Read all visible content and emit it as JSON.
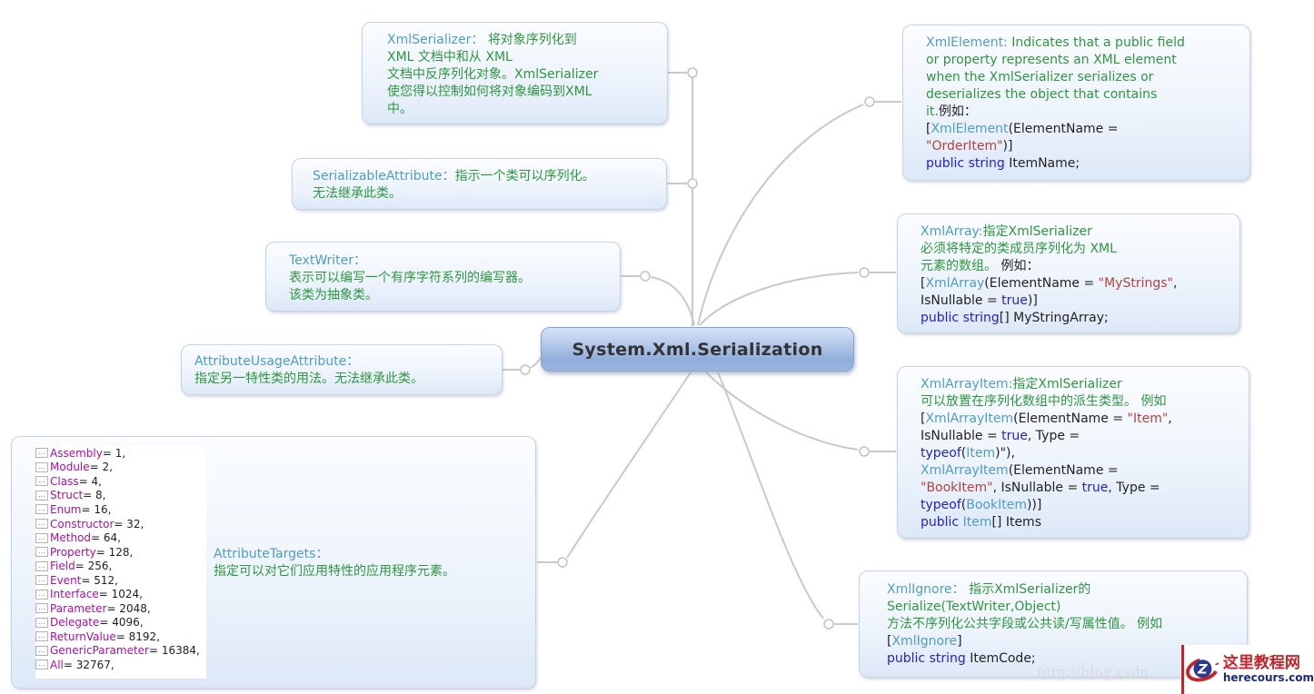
{
  "colors": {
    "branch_line": "#c9c9c9",
    "node_border": "#c6d2e6",
    "class_blue": "#4f9cc7",
    "desc_green": "#2e9640",
    "keyword_blue": "#2222cc",
    "string_red": "#b3423e",
    "enum_magenta": "#a810a8",
    "logo_red": "#c5242b",
    "logo_navy": "#2b3990"
  },
  "central_node": {
    "label": "System.Xml.Serialization"
  },
  "nodes": {
    "xmlserializer": {
      "lines": [
        [
          [
            "cls",
            "XmlSerializer："
          ],
          [
            "grn",
            " 将对象序列化到"
          ]
        ],
        [
          [
            "grn",
            "XML 文档中和从 XML"
          ]
        ],
        [
          [
            "grn",
            "文档中反序列化对象。XmlSerializer"
          ]
        ],
        [
          [
            "grn",
            "使您得以控制如何将对象编码到XML"
          ]
        ],
        [
          [
            "grn",
            "中。"
          ]
        ]
      ]
    },
    "serializableattribute": {
      "lines": [
        [
          [
            "cls",
            "SerializableAttribute："
          ],
          [
            "grn",
            "指示一个类可以序列化。"
          ]
        ],
        [
          [
            "grn",
            "无法继承此类。"
          ]
        ]
      ]
    },
    "textwriter": {
      "lines": [
        [
          [
            "cls",
            "TextWriter："
          ]
        ],
        [
          [
            "grn",
            "表示可以编写一个有序字符系列的编写器。"
          ]
        ],
        [
          [
            "grn",
            "该类为抽象类。"
          ]
        ]
      ]
    },
    "attributeusageattribute": {
      "lines": [
        [
          [
            "cls",
            "AttributeUsageAttribute："
          ]
        ],
        [
          [
            "grn",
            "指定另一特性类的用法。无法继承此类。"
          ]
        ]
      ]
    },
    "attributetargets": {
      "label_lines": [
        [
          [
            "cls",
            "AttributeTargets："
          ]
        ],
        [
          [
            "grn",
            "指定可以对它们应用特性的应用程序元素。"
          ]
        ]
      ],
      "icon_glyph": "…",
      "items": [
        {
          "name": "Assembly",
          "value": 1
        },
        {
          "name": "Module",
          "value": 2
        },
        {
          "name": "Class",
          "value": 4
        },
        {
          "name": "Struct",
          "value": 8
        },
        {
          "name": "Enum",
          "value": 16
        },
        {
          "name": "Constructor",
          "value": 32
        },
        {
          "name": "Method",
          "value": 64
        },
        {
          "name": "Property",
          "value": 128
        },
        {
          "name": "Field",
          "value": 256
        },
        {
          "name": "Event",
          "value": 512
        },
        {
          "name": "Interface",
          "value": 1024
        },
        {
          "name": "Parameter",
          "value": 2048
        },
        {
          "name": "Delegate",
          "value": 4096
        },
        {
          "name": "ReturnValue",
          "value": 8192
        },
        {
          "name": "GenericParameter",
          "value": 16384
        },
        {
          "name": "All",
          "value": 32767
        }
      ]
    },
    "xmlelement": {
      "lines": [
        [
          [
            "cls",
            "XmlElement:"
          ],
          [
            "grn",
            " Indicates that a public field"
          ]
        ],
        [
          [
            "grn",
            "or property represents an XML element"
          ]
        ],
        [
          [
            "grn",
            "when the XmlSerializer serializes or"
          ]
        ],
        [
          [
            "grn",
            "deserializes the object that contains"
          ]
        ],
        [
          [
            "grn",
            "it."
          ],
          [
            "txt",
            "例如："
          ]
        ],
        [
          [
            "txt",
            "["
          ],
          [
            "cls",
            "XmlElement"
          ],
          [
            "txt",
            "(ElementName ="
          ]
        ],
        [
          [
            "str",
            "\"OrderItem\""
          ],
          [
            "txt",
            ")]"
          ]
        ],
        [
          [
            "kw",
            "public string"
          ],
          [
            "txt",
            " ItemName;"
          ]
        ]
      ]
    },
    "xmlarray": {
      "lines": [
        [
          [
            "cls",
            "XmlArray:"
          ],
          [
            "grn",
            "指定XmlSerializer"
          ]
        ],
        [
          [
            "grn",
            "必须将特定的类成员序列化为 XML"
          ]
        ],
        [
          [
            "grn",
            "元素的数组。"
          ],
          [
            "txt",
            " 例如："
          ]
        ],
        [
          [
            "txt",
            "["
          ],
          [
            "cls",
            "XmlArray"
          ],
          [
            "txt",
            "(ElementName = "
          ],
          [
            "str",
            "\"MyStrings\""
          ],
          [
            "txt",
            ","
          ]
        ],
        [
          [
            "txt",
            "IsNullable = "
          ],
          [
            "kw",
            "true"
          ],
          [
            "txt",
            ")]"
          ]
        ],
        [
          [
            "kw",
            "public string"
          ],
          [
            "txt",
            "[] MyStringArray;"
          ]
        ]
      ]
    },
    "xmlarrayitem": {
      "lines": [
        [
          [
            "cls",
            "XmlArrayItem:"
          ],
          [
            "grn",
            "指定XmlSerializer"
          ]
        ],
        [
          [
            "grn",
            "可以放置在序列化数组中的派生类型。 例如"
          ]
        ],
        [
          [
            "txt",
            "["
          ],
          [
            "cls",
            "XmlArrayItem"
          ],
          [
            "txt",
            "(ElementName = "
          ],
          [
            "str",
            "\"Item\""
          ],
          [
            "txt",
            ","
          ]
        ],
        [
          [
            "txt",
            "IsNullable = "
          ],
          [
            "kw",
            "true"
          ],
          [
            "txt",
            ", Type ="
          ]
        ],
        [
          [
            "kw",
            "typeof"
          ],
          [
            "txt",
            "("
          ],
          [
            "cls",
            "Item"
          ],
          [
            "txt",
            ")\"),"
          ]
        ],
        [
          [
            "txt",
            " "
          ],
          [
            "cls",
            "XmlArrayItem"
          ],
          [
            "txt",
            "(ElementName ="
          ]
        ],
        [
          [
            "str",
            "\"BookItem\""
          ],
          [
            "txt",
            ", IsNullable = "
          ],
          [
            "kw",
            "true"
          ],
          [
            "txt",
            ", Type ="
          ]
        ],
        [
          [
            "kw",
            "typeof"
          ],
          [
            "txt",
            "("
          ],
          [
            "cls",
            "BookItem"
          ],
          [
            "txt",
            "))]"
          ]
        ],
        [
          [
            "kw",
            "public"
          ],
          [
            "txt",
            " "
          ],
          [
            "cls",
            "Item"
          ],
          [
            "txt",
            "[] Items"
          ]
        ]
      ]
    },
    "xmlignore": {
      "lines": [
        [
          [
            "cls",
            "XmlIgnore："
          ],
          [
            "grn",
            " 指示XmlSerializer的"
          ]
        ],
        [
          [
            "grn",
            "Serialize(TextWriter,Object)"
          ]
        ],
        [
          [
            "grn",
            "方法不序列化公共字段或公共读/写属性值。 例如"
          ]
        ],
        [
          [
            "txt",
            "["
          ],
          [
            "cls",
            "XmlIgnore"
          ],
          [
            "txt",
            "]"
          ]
        ],
        [
          [
            "kw",
            "public string"
          ],
          [
            "txt",
            " ItemCode;"
          ]
        ]
      ]
    }
  },
  "watermark": "http://blog.csdn",
  "logo": {
    "title": "这里教程网",
    "domain": "herecours.com",
    "monogram": "Z"
  }
}
